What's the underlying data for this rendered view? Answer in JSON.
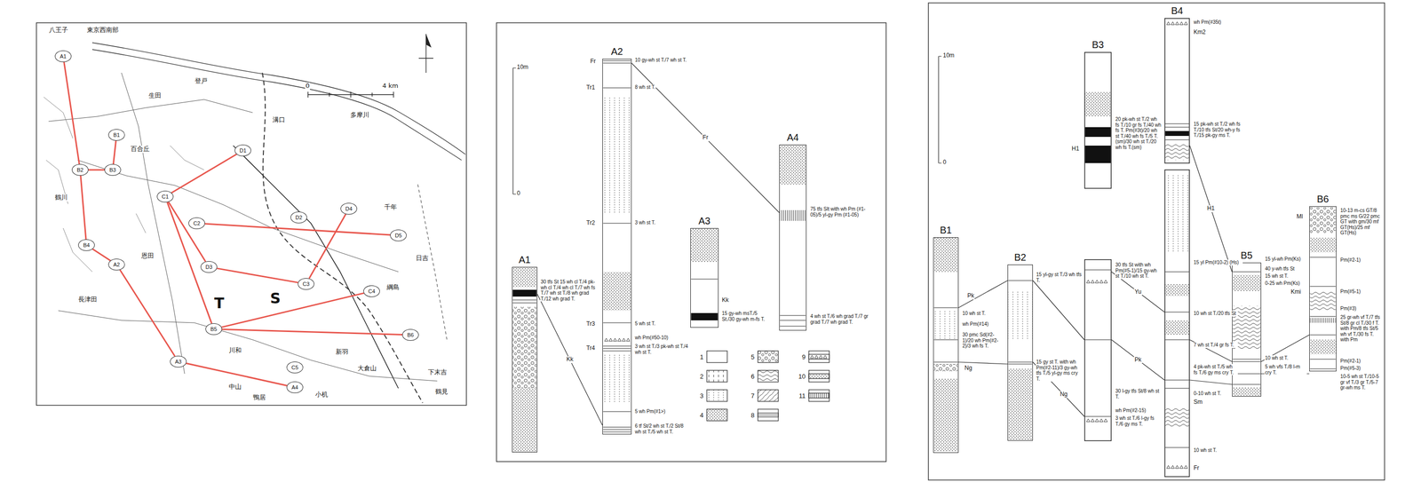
{
  "diagram": {
    "nodes": [
      {
        "text": [
          "A1"
        ]
      },
      {
        "text": [
          "B1"
        ]
      },
      {
        "text": [
          "D1"
        ]
      },
      {
        "text": [
          "B2"
        ]
      },
      {
        "text": [
          "B3"
        ]
      },
      {
        "text": [
          "C1"
        ]
      },
      {
        "text": [
          "D2"
        ]
      },
      {
        "text": [
          "C2"
        ]
      },
      {
        "text": [
          "D4"
        ]
      },
      {
        "text": [
          "D5"
        ]
      },
      {
        "text": [
          "B4"
        ]
      },
      {
        "text": [
          "A2"
        ]
      },
      {
        "text": [
          "D3"
        ]
      },
      {
        "text": [
          "C3"
        ]
      },
      {
        "text": [
          "C4"
        ]
      },
      {
        "text": [
          "B5"
        ]
      },
      {
        "text": [
          "B6"
        ]
      },
      {
        "text": [
          "A3"
        ]
      },
      {
        "text": [
          "C5"
        ]
      },
      {
        "text": [
          "A4"
        ]
      },
      {
        "text": [
          "A1"
        ]
      },
      {
        "text": [
          "A2"
        ]
      },
      {
        "text": [
          "A3"
        ]
      },
      {
        "text": [
          "A4"
        ]
      },
      {
        "text": [
          "B1"
        ]
      },
      {
        "text": [
          "B2"
        ]
      },
      {
        "text": [
          "B3"
        ]
      },
      {
        "text": [
          "B4"
        ]
      },
      {
        "text": [
          "B5"
        ]
      },
      {
        "text": [
          "B6"
        ]
      }
    ],
    "edges": [
      {
        "from": 0,
        "to": 3,
        "arrow": "none"
      },
      {
        "from": 1,
        "to": 4,
        "arrow": "none"
      },
      {
        "from": 3,
        "to": 4,
        "arrow": "none"
      },
      {
        "from": 3,
        "to": 10,
        "arrow": "none"
      },
      {
        "from": 5,
        "to": 2,
        "arrow": "none"
      },
      {
        "from": 5,
        "to": 12,
        "arrow": "none"
      },
      {
        "from": 5,
        "to": 15,
        "arrow": "none"
      },
      {
        "from": 7,
        "to": 9,
        "arrow": "none"
      },
      {
        "from": 12,
        "to": 13,
        "arrow": "none"
      },
      {
        "from": 13,
        "to": 8,
        "arrow": "none"
      },
      {
        "from": 15,
        "to": 16,
        "arrow": "none"
      },
      {
        "from": 11,
        "to": 17,
        "arrow": "none"
      },
      {
        "from": 17,
        "to": 19,
        "arrow": "none"
      },
      {
        "from": 10,
        "to": 11,
        "arrow": "none"
      },
      {
        "from": 15,
        "to": 14,
        "arrow": "none"
      },
      {
        "from": 20,
        "to": 21,
        "label": "Kk",
        "arrow": "none"
      },
      {
        "from": 21,
        "to": 23,
        "label": "Fr",
        "arrow": "none"
      },
      {
        "from": 24,
        "to": 25,
        "label": "Pk",
        "arrow": "none"
      },
      {
        "from": 24,
        "to": 25,
        "label": "Ng",
        "arrow": "none"
      },
      {
        "from": 25,
        "to": 26,
        "arrow": "none"
      },
      {
        "from": 25,
        "to": 26,
        "label": "Ng",
        "arrow": "none"
      },
      {
        "from": 26,
        "to": 27,
        "label": "Yu",
        "arrow": "none"
      },
      {
        "from": 26,
        "to": 27,
        "label": "Pk",
        "arrow": "none"
      },
      {
        "from": 27,
        "to": 28,
        "label": "H1",
        "arrow": "none"
      },
      {
        "from": 27,
        "to": 28,
        "arrow": "none"
      },
      {
        "from": 27,
        "to": 28,
        "arrow": "none"
      },
      {
        "from": 28,
        "to": 29,
        "arrow": "none"
      },
      {
        "from": 28,
        "to": 29,
        "arrow": "none"
      }
    ],
    "labels": [
      "八王子",
      "東京西南部",
      "登戸",
      "生田",
      "溝口",
      "百合丘",
      "鶴川",
      "恩田",
      "長津田",
      "千年",
      "日吉",
      "綱島",
      "川和",
      "新羽",
      "大倉山",
      "中山",
      "鴨居",
      "小机",
      "下末吉",
      "鶴見",
      "多摩川",
      "T",
      "S",
      "0",
      "4 km",
      "10m",
      "0",
      "Fr",
      "10 gy-wh st T./7 wh st T.",
      "Tr1",
      "8 wh st T.",
      "Tr2",
      "3 wh st T.",
      "Tr3",
      "5 wh st T.",
      "wh Pm(#50-10)",
      "Tr4",
      "3 wh st T./3 pk-wh st T./4 wh st T.",
      "5 wh Pm(#1>)",
      "6 tf St/2 wh st T./2 St/8 wh st T./5 wh st T.",
      "30 tfs St 15 wh cl T./4 pk-wh cl T./4 wh cl T./7 wh fs T./7 wh st T./8 wh grad T./12 wh grad T.",
      "Kk",
      "15 gy-wh msT./5 St./30 gy-wh m-fs T.",
      "75 tfs Slt with wh Pm (#1-05)/5 yl-gy Pm (#1-05)",
      "4 wh st T./6 wh grad T./7 gr grad T./7 wh grad T.",
      "10m",
      "0",
      "10 wh st T.",
      "wh Pm(#14)",
      "30 pmc Sd(#2-1)/20 wh Pm(#2-2)/3 wh fs T.",
      "15 yl-gy st T./3 wh tfs T.",
      "15 gy st T. with wh Pm(#2-11)/3 gy-wh tfs T./5 yl-gy ms cry T.",
      "H1",
      "30 tfs St with wh Pm(#5-1)/15 gy-wh st T./10 wh st T.",
      "20 pk-wh st T./2 wh fs T./10 gr fs T./40 wh fs T. Pm(#3t)/20 wh st T./40 wh fs T./5 T.(sm)/30 wh st T./20 wh fs T.(sm)",
      "30 l-gy tfs St/8 wh st T.",
      "wh Pm(#2-15)",
      "3 wh st T./6 l-gy fs T./6 gy ms T.",
      "wh Pm(#35t)",
      "Km2",
      "15 pk-wh st T./2 wh fs T./10 tfs St/20 wh-y fs T./15 pk-gy ms T.",
      "15 yl Pm(#10-2) (Hs)",
      "10 wh st T./20 tfs St",
      "7 wh st T./4 gr fs T.",
      "4 pk-wh st T./5 wh fs T./6 gy ms cry T.",
      "0-10 wh st T.",
      "Sm",
      "10 wh st T.",
      "Fr",
      "15 yl-wh Pm(Ks)",
      "40 y-wh tfs St",
      "15 wh st T.",
      "0-25 wh Pm(Ks)",
      "10 wh st T.",
      "5 wh vfs T./8 l-m cry T.",
      "Ml",
      "Kmi",
      "10-13 m-cs GT/8 pmc ms G/22 pmc GT with gm/30 mf GT(Hs)/25 mf GT(Hs)",
      "Pm(#2-1)",
      "Pm(#5-1)",
      "Pm(#3)",
      "25 gr-wh vf T./7 tfs St/8 gr cl T./30 f T. with Pm/8 tfs St/5 wh vf T./30 fs T. with Pm",
      "Pm(#2-1)",
      "Pm(#5-3)",
      "10-5 wh st T./10-5 gr vf T./3 gr T./5-7 gr-wh ms T."
    ],
    "legend": [
      {
        "text": "1"
      },
      {
        "text": "2"
      },
      {
        "text": "3"
      },
      {
        "text": "4"
      },
      {
        "text": "5"
      },
      {
        "text": "6"
      },
      {
        "text": "7"
      },
      {
        "text": "8"
      },
      {
        "text": "9"
      },
      {
        "text": "10"
      },
      {
        "text": "11"
      }
    ]
  }
}
